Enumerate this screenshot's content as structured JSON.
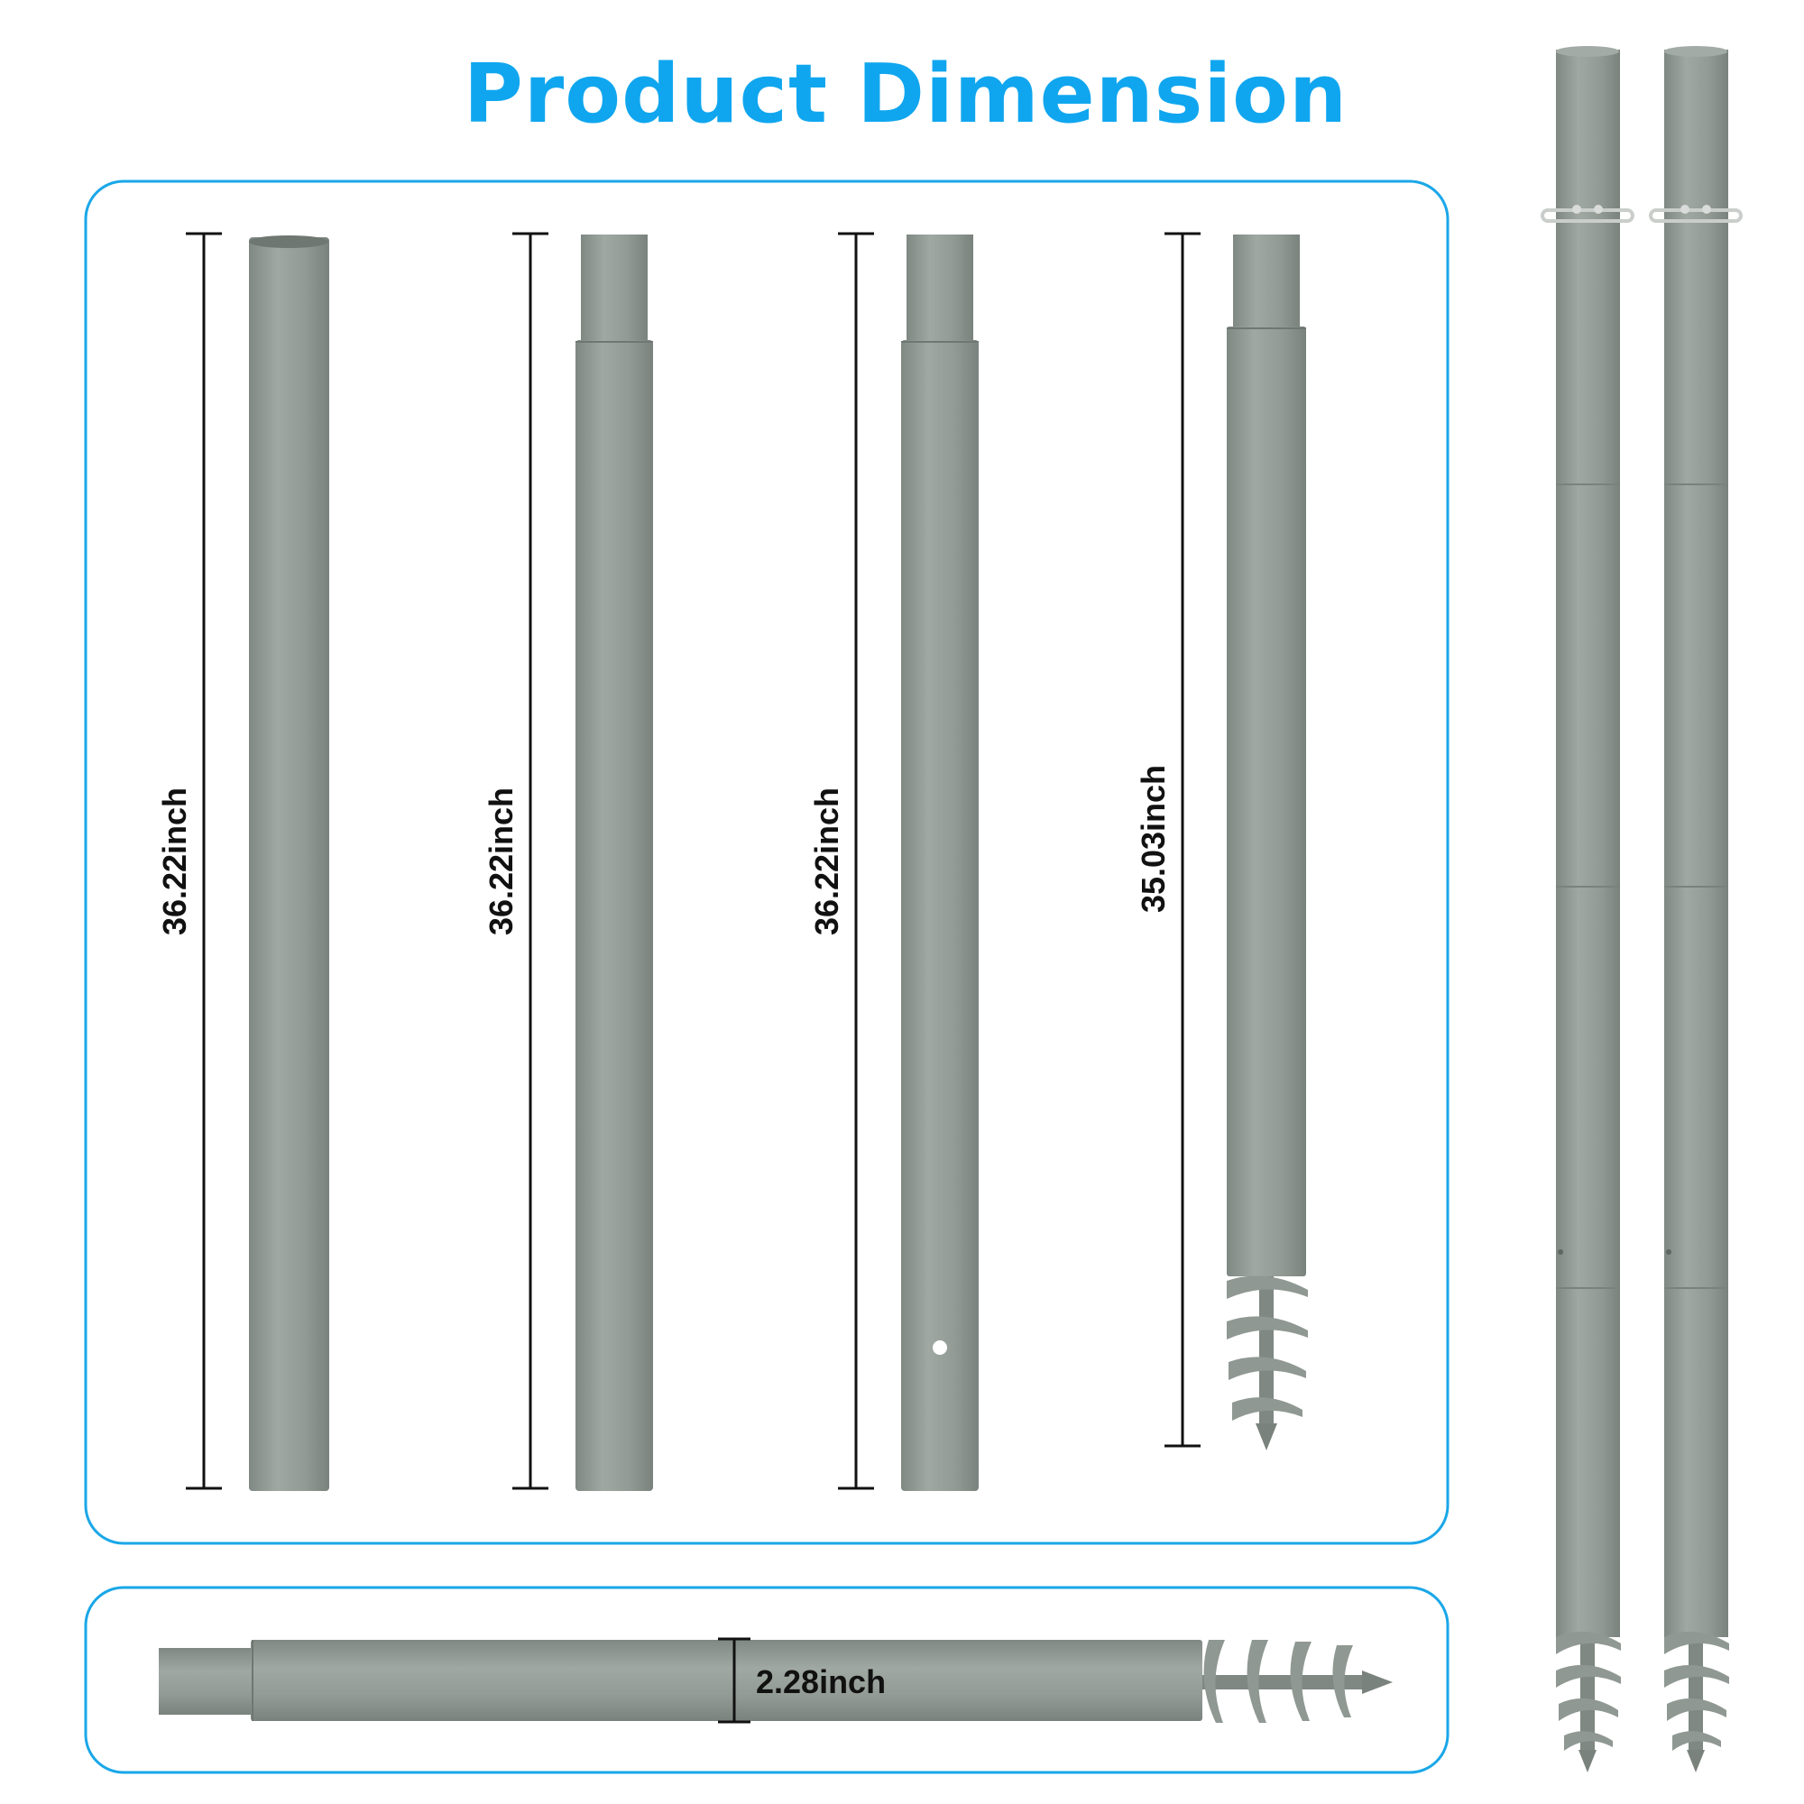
{
  "title": "Product Dimension",
  "colors": {
    "title": "#10a6ef",
    "panel_border": "#1aa7e8",
    "pole": "#8f9892",
    "pole_shade": "#7b837e",
    "pole_light": "#a3aba6",
    "dimension_line": "#111111"
  },
  "measurements": {
    "pole_1_length": "36.22inch",
    "pole_2_length": "36.22inch",
    "pole_3_length": "36.22inch",
    "pole_4_length": "35.03inch",
    "diameter": "2.28inch"
  },
  "icons": {
    "pole": "metal-pole-segment",
    "auger": "ground-auger-screw-tip",
    "clamp": "pole-top-clamp"
  }
}
